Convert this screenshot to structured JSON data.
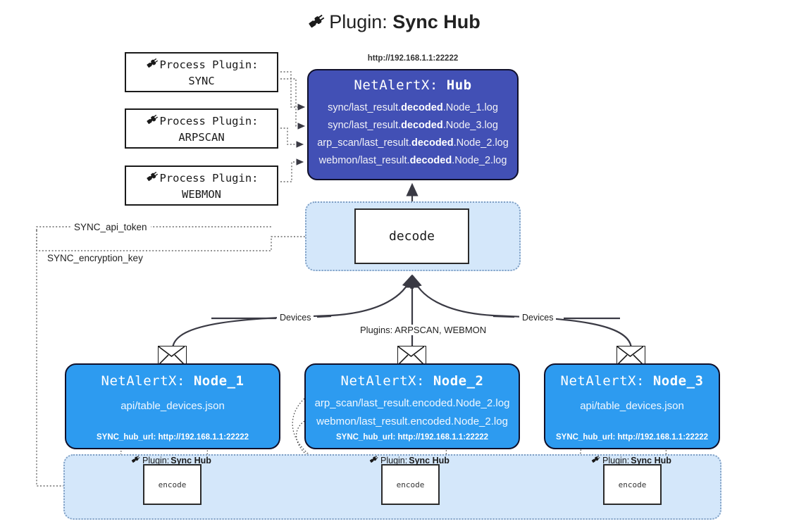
{
  "header": {
    "icon": "plug-icon",
    "lead": "Plugin: ",
    "name": "Sync Hub"
  },
  "process_plugins": [
    {
      "icon": "plug-icon",
      "line1": "Process Plugin:",
      "line2": "SYNC"
    },
    {
      "icon": "plug-icon",
      "line1": "Process Plugin:",
      "line2": "ARPSCAN"
    },
    {
      "icon": "plug-icon",
      "line1": "Process Plugin:",
      "line2": "WEBMON"
    }
  ],
  "hub": {
    "url": "http://192.168.1.1:22222",
    "title_prefix": "NetAlertX: ",
    "title_name": "Hub",
    "rows": [
      {
        "pre": "sync/last_result.",
        "strong": "decoded",
        "post": ".Node_1.log"
      },
      {
        "pre": "sync/last_result.",
        "strong": "decoded",
        "post": ".Node_3.log"
      },
      {
        "pre": "arp_scan/last_result.",
        "strong": "decoded",
        "post": ".Node_2.log"
      },
      {
        "pre": "webmon/last_result.",
        "strong": "decoded",
        "post": ".Node_2.log"
      }
    ]
  },
  "decode": {
    "label": "decode"
  },
  "tokens": [
    {
      "label": "SYNC_api_token"
    },
    {
      "label": "SYNC_encryption_key"
    }
  ],
  "edge_labels": {
    "devices_left": "Devices",
    "devices_right": "Devices",
    "plugins_middle": "Plugins: ARPSCAN, WEBMON"
  },
  "nodes": [
    {
      "title_prefix": "NetAlertX: ",
      "title_name": "Node_1",
      "lines": [
        "api/table_devices.json"
      ],
      "footer": "SYNC_hub_url: http://192.168.1.1:22222"
    },
    {
      "title_prefix": "NetAlertX: ",
      "title_name": "Node_2",
      "lines": [
        "arp_scan/last_result.encoded.Node_2.log",
        "webmon/last_result.encoded.Node_2.log"
      ],
      "footer": "SYNC_hub_url: http://192.168.1.1:22222"
    },
    {
      "title_prefix": "NetAlertX: ",
      "title_name": "Node_3",
      "lines": [
        "api/table_devices.json"
      ],
      "footer": "SYNC_hub_url: http://192.168.1.1:22222"
    }
  ],
  "encoders": [
    {
      "icon": "plug-icon",
      "lead": "Plugin: ",
      "name": "Sync Hub",
      "box": "encode"
    },
    {
      "icon": "plug-icon",
      "lead": "Plugin: ",
      "name": "Sync Hub",
      "box": "encode"
    },
    {
      "icon": "plug-icon",
      "lead": "Plugin: ",
      "name": "Sync Hub",
      "box": "encode"
    }
  ],
  "colors": {
    "hub_fill": "#4250b5",
    "node_fill": "#2d9bf0",
    "band_fill": "#d4e7fa",
    "band_border": "#7f9fc4",
    "stroke": "#2b2b2b",
    "page_bg": "#ffffff"
  }
}
